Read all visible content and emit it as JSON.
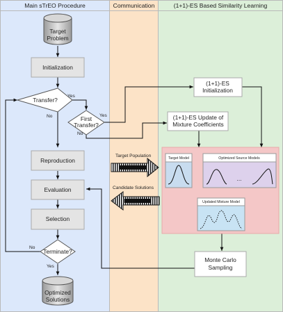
{
  "lanes": {
    "main": "Main sTrEO Procedure",
    "communication": "Communication",
    "similarity": "(1+1)-ES Based Similarity Learning"
  },
  "nodes": {
    "target_problem": [
      "Target",
      "Problem"
    ],
    "initialization": "Initialization",
    "transfer_q": "Transfer?",
    "first_transfer_q": [
      "First",
      "Transfer?"
    ],
    "reproduction": "Reproduction",
    "evaluation": "Evaluation",
    "selection": "Selection",
    "terminate_q": "Terminate?",
    "optimized_solutions": [
      "Optimized",
      "Solutions"
    ],
    "es_initialization": [
      "(1+1)-ES",
      "Initialization"
    ],
    "es_update": [
      "(1+1)-ES Update of",
      "Mixture Coefficients"
    ],
    "target_model": "Target Model",
    "optimized_source_models": "Optimized Source Models",
    "ellipsis": "...",
    "updated_mixture_model": "Updated Mixture Model",
    "monte_carlo": [
      "Monte Carlo",
      "Sampling"
    ]
  },
  "edge_labels": {
    "transfer_yes": "Yes",
    "transfer_no": "No",
    "first_yes": "Yes",
    "first_no": "No",
    "terminate_yes": "Yes",
    "terminate_no": "No",
    "target_population": "Target Population",
    "candidate_solutions": "Candidate Solutions"
  },
  "colors": {
    "lane_main": "#dce8fb",
    "lane_comm": "#fce3c7",
    "lane_sim": "#dcefd9",
    "box_gray": "#e4e4e4",
    "model_panel": "#f4c7c7",
    "target_model_fill": "#c8dcef",
    "source_models_fill": "#ddd1ec",
    "mixture_fill": "#c8e3f4"
  }
}
